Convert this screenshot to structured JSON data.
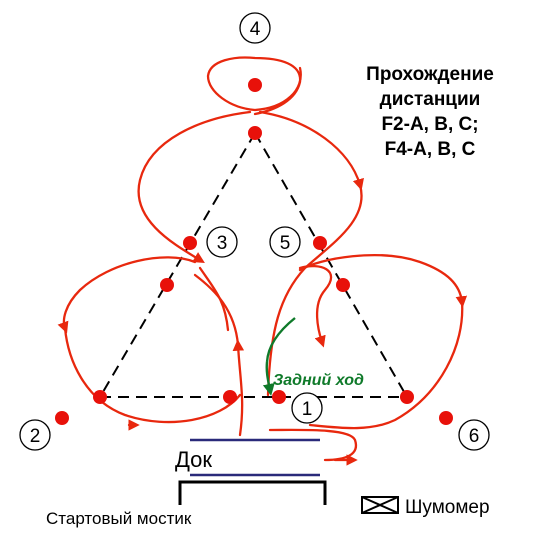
{
  "title": {
    "lines": [
      "Прохождение",
      "дистанции",
      "F2-A, B, C;",
      "F4-A, B, C"
    ]
  },
  "buoys": [
    "1",
    "2",
    "3",
    "4",
    "5",
    "6"
  ],
  "labels": {
    "reverse": "Задний ход",
    "dock": "Док",
    "start_pier": "Стартовый мостик",
    "noise_meter": "Шумомер"
  },
  "colors": {
    "course": "#e8280e",
    "buoy": "#e8110a",
    "reverse": "#0f7a2a",
    "dock": "#2a2a7a",
    "triangle": "#000000"
  }
}
